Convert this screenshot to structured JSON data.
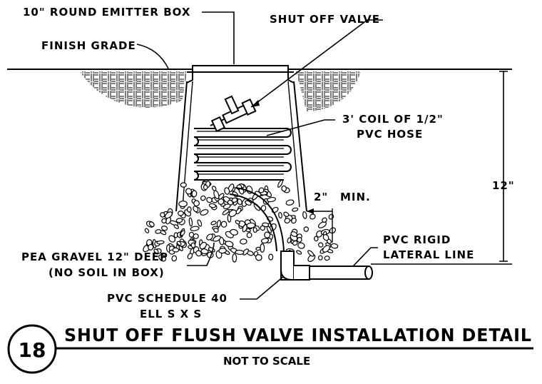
{
  "labels": {
    "emitter_box": "10\" ROUND EMITTER BOX",
    "shut_off_valve": "SHUT OFF VALVE",
    "finish_grade": "FINISH GRADE",
    "coil_line1": "3' COIL OF 1/2\"",
    "coil_line2": "PVC HOSE",
    "min_clearance": "2\"",
    "min_text": "MIN.",
    "depth": "12\"",
    "lateral_line1": "PVC RIGID",
    "lateral_line2": "LATERAL LINE",
    "gravel_line1": "PEA GRAVEL 12\" DEEP",
    "gravel_line2": "(NO SOIL IN BOX)",
    "ell_line1": "PVC SCHEDULE 40",
    "ell_line2": "ELL S X S"
  },
  "detail": {
    "number": "18",
    "title": "SHUT OFF FLUSH VALVE INSTALLATION DETAIL",
    "scale_note": "NOT TO SCALE"
  },
  "colors": {
    "ink": "#000000",
    "background": "#ffffff"
  }
}
